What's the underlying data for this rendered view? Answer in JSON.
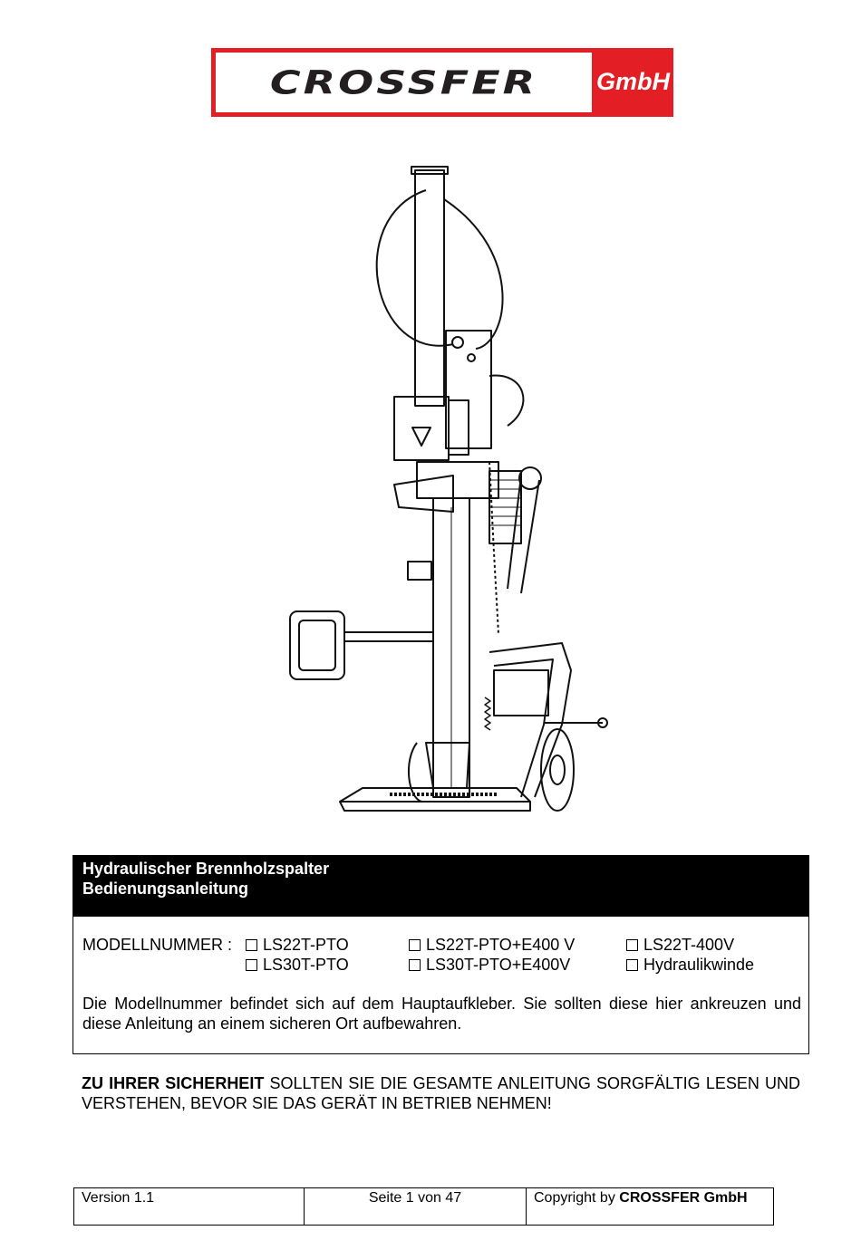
{
  "logo": {
    "name": "CROSSFER",
    "suffix": "GmbH",
    "colors": {
      "frame": "#e31e24",
      "text": "#231f20"
    }
  },
  "illustration": {
    "subject": "vertical-log-splitter-drawing"
  },
  "title": {
    "line1": "Hydraulischer Brennholzspalter",
    "line2": "Bedienungsanleitung"
  },
  "models": {
    "label": "MODELLNUMMER :",
    "options": [
      "LS22T-PTO",
      "LS22T-PTO+E400 V",
      "LS22T-400V",
      "LS30T-PTO",
      "LS30T-PTO+E400V",
      "Hydraulikwinde"
    ],
    "checked": [
      false,
      false,
      false,
      false,
      false,
      false
    ]
  },
  "note": "Die Modellnummer befindet sich auf dem Hauptaufkleber. Sie sollten diese hier ankreuzen und diese Anleitung an einem sicheren Ort aufbewahren.",
  "safety": {
    "lead": "ZU IHRER SICHERHEIT",
    "text": " SOLLTEN SIE DIE GESAMTE ANLEITUNG SORGFÄLTIG LESEN UND VERSTEHEN, BEVOR SIE DAS GERÄT IN BETRIEB NEHMEN!"
  },
  "footer": {
    "version": "Version 1.1",
    "page": "Seite 1 von 47",
    "copyright_prefix": "Copyright by ",
    "copyright_owner": "CROSSFER GmbH"
  }
}
